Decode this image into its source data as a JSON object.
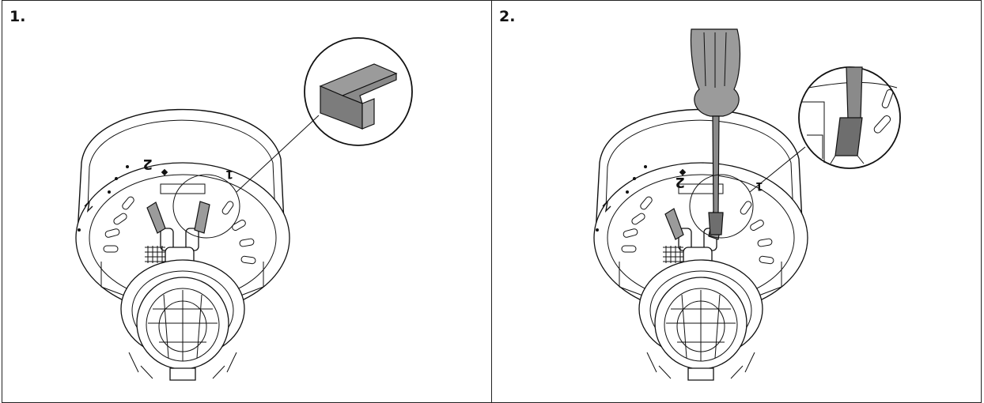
{
  "steps": [
    {
      "number": "1.",
      "dial_marks": [
        "2",
        "1"
      ]
    },
    {
      "number": "2.",
      "dial_marks": [
        "2",
        "1"
      ]
    }
  ]
}
